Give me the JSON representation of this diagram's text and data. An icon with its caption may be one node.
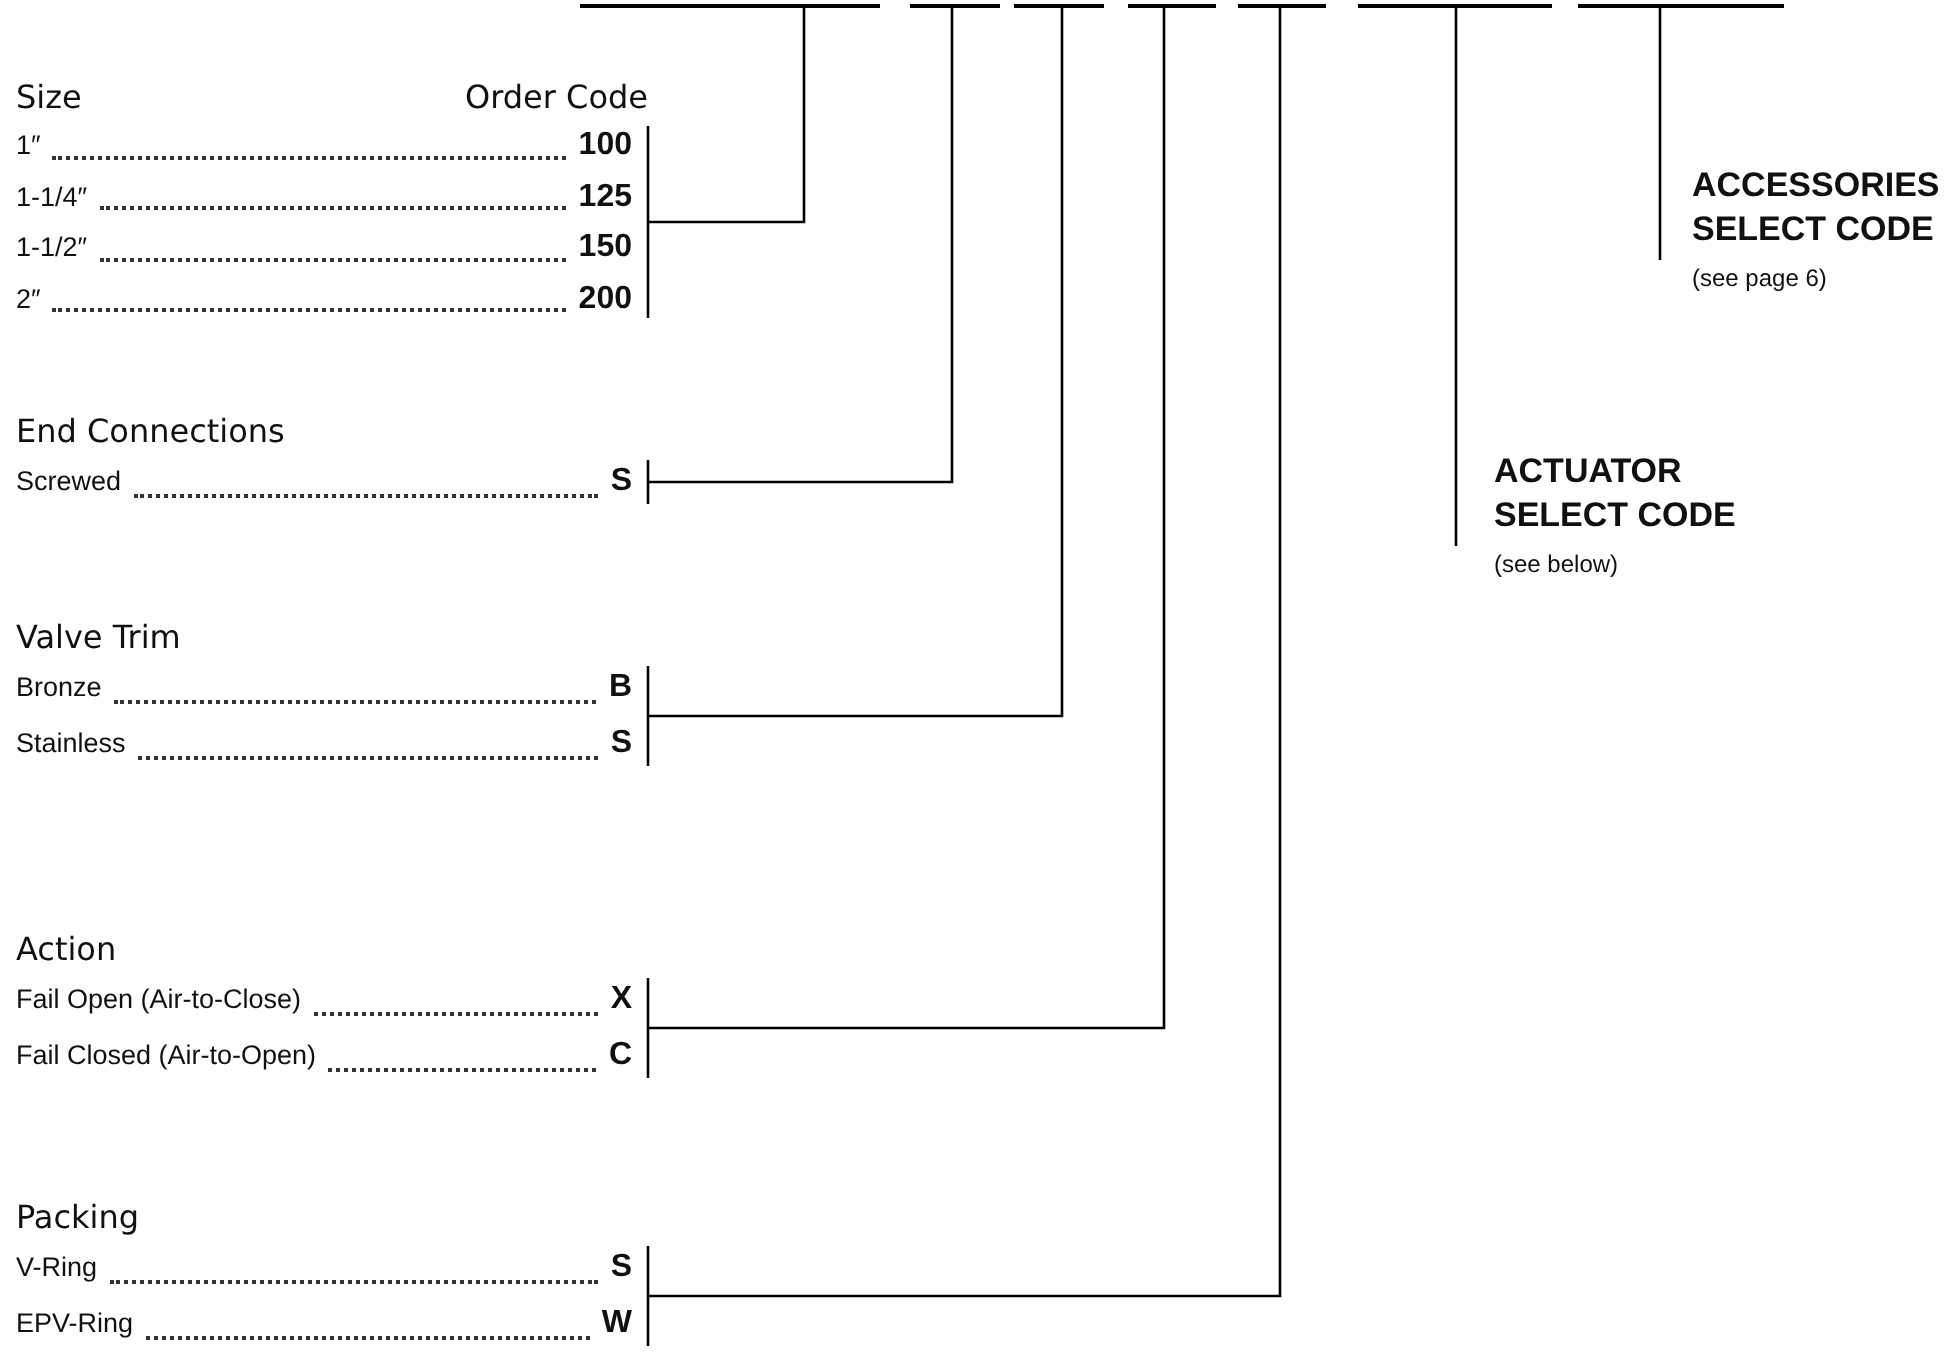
{
  "diagram": {
    "nodes": [
      {
        "text": [],
        "shape": "bar"
      },
      {
        "text": [],
        "shape": "bar"
      },
      {
        "text": [],
        "shape": "bar"
      },
      {
        "text": [],
        "shape": "bar"
      },
      {
        "text": [],
        "shape": "bar"
      },
      {
        "text": [],
        "shape": "bar"
      },
      {
        "text": [],
        "shape": "bar"
      },
      {
        "text": [
          "Size",
          "Order Code"
        ]
      },
      {
        "text": [
          "1″",
          "100"
        ],
        "in": 7
      },
      {
        "text": [
          "1-1/4″",
          "125"
        ],
        "in": 7
      },
      {
        "text": [
          "1-1/2″",
          "150"
        ],
        "in": 7
      },
      {
        "text": [
          "2″",
          "200"
        ],
        "in": 7
      },
      {
        "text": [
          "End Connections"
        ]
      },
      {
        "text": [
          "Screwed",
          "S"
        ],
        "in": 12
      },
      {
        "text": [
          "Valve Trim"
        ]
      },
      {
        "text": [
          "Bronze",
          "B"
        ],
        "in": 14
      },
      {
        "text": [
          "Stainless",
          "S"
        ],
        "in": 14
      },
      {
        "text": [
          "Action"
        ]
      },
      {
        "text": [
          "Fail Open (Air-to-Close)",
          "X"
        ],
        "in": 17
      },
      {
        "text": [
          "Fail Closed (Air-to-Open)",
          "C"
        ],
        "in": 17
      },
      {
        "text": [
          "Packing"
        ]
      },
      {
        "text": [
          "V-Ring",
          "S"
        ],
        "in": 20
      },
      {
        "text": [
          "EPV-Ring",
          "W"
        ],
        "in": 20
      },
      {
        "text": [
          "ACTUATOR SELECT CODE",
          "(see below)"
        ]
      },
      {
        "text": [
          "ACCESSORIES SELECT CODE",
          "(see page 6)"
        ]
      }
    ],
    "edges": [
      {
        "from": 7,
        "to": 0,
        "arrow": "none"
      },
      {
        "from": 12,
        "to": 1,
        "arrow": "none"
      },
      {
        "from": 14,
        "to": 2,
        "arrow": "none"
      },
      {
        "from": 17,
        "to": 3,
        "arrow": "none"
      },
      {
        "from": 20,
        "to": 4,
        "arrow": "none"
      },
      {
        "from": 23,
        "to": 5,
        "arrow": "none"
      },
      {
        "from": 24,
        "to": 6,
        "arrow": "none"
      }
    ]
  }
}
